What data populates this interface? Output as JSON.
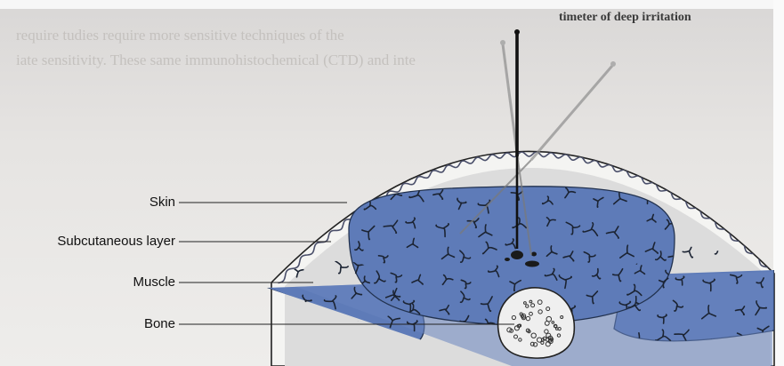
{
  "figure": {
    "caption_heading": "timeter of deep irritation",
    "background_text_lines": [
      "require    tudies require more sensitive techniques of the",
      "iate sensitivity. These same immunohistochemical (CTD) and inte"
    ]
  },
  "labels": {
    "skin": "Skin",
    "subcutaneous": "Subcutaneous layer",
    "muscle": "Muscle",
    "bone": "Bone"
  },
  "colors": {
    "skin_surface": "#f4f4f2",
    "subcutaneous": "#dcdcdc",
    "muscle": "#5e7bb8",
    "muscle_fibers": "#1c2433",
    "bone": "#efefef",
    "needle": "#111111"
  },
  "icons": [
    "acupuncture-needle-icon"
  ]
}
